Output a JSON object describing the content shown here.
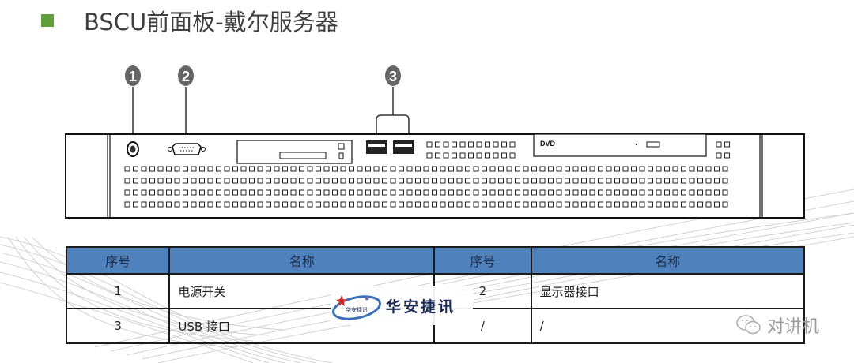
{
  "slide": {
    "title": "BSCU前面板-戴尔服务器",
    "bullet_color": "#5f9e3a"
  },
  "diagram": {
    "callouts": [
      {
        "id": "1",
        "target": "power-button"
      },
      {
        "id": "2",
        "target": "vga-port"
      },
      {
        "id": "3",
        "target": "usb-ports"
      }
    ],
    "dvd_label": "DVD"
  },
  "table": {
    "header_color": "#4f81bd",
    "headers": [
      "序号",
      "名称",
      "序号",
      "名称"
    ],
    "rows": [
      {
        "no1": "1",
        "name1": "电源开关",
        "no2": "2",
        "name2": "显示器接口"
      },
      {
        "no1": "3",
        "name1": "USB 接口",
        "no2": "/",
        "name2": "/"
      }
    ]
  },
  "watermarks": {
    "logo_text": "华安捷讯",
    "logo_small": "华安捷讯",
    "wechat_text": "对讲机"
  }
}
